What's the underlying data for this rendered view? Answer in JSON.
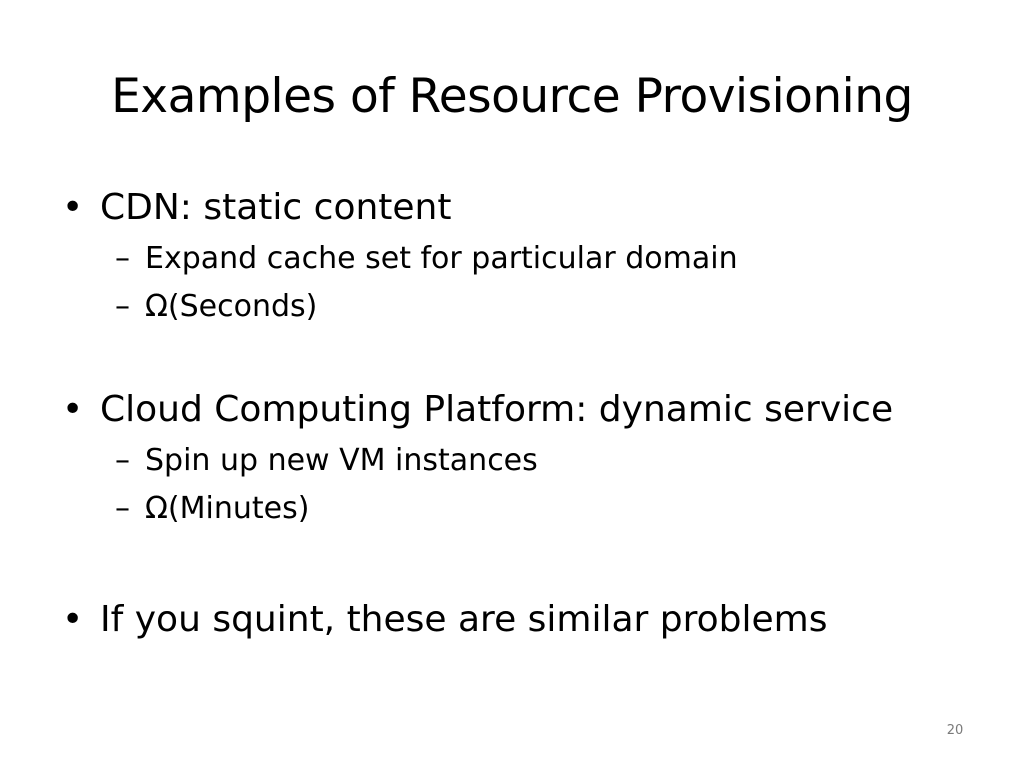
{
  "slide": {
    "title": "Examples of Resource Provisioning",
    "bullet_char": "•",
    "dash_char": "–",
    "bullets": [
      {
        "text": "CDN: static content",
        "subitems": [
          {
            "text": "Expand cache set for particular domain"
          },
          {
            "text": "Ω(Seconds)"
          }
        ]
      },
      {
        "text": "Cloud Computing Platform: dynamic service",
        "subitems": [
          {
            "text": "Spin up new VM instances"
          },
          {
            "text": "Ω(Minutes)"
          }
        ]
      },
      {
        "text": "If you squint, these are similar problems",
        "subitems": []
      }
    ],
    "page_number": "20"
  }
}
